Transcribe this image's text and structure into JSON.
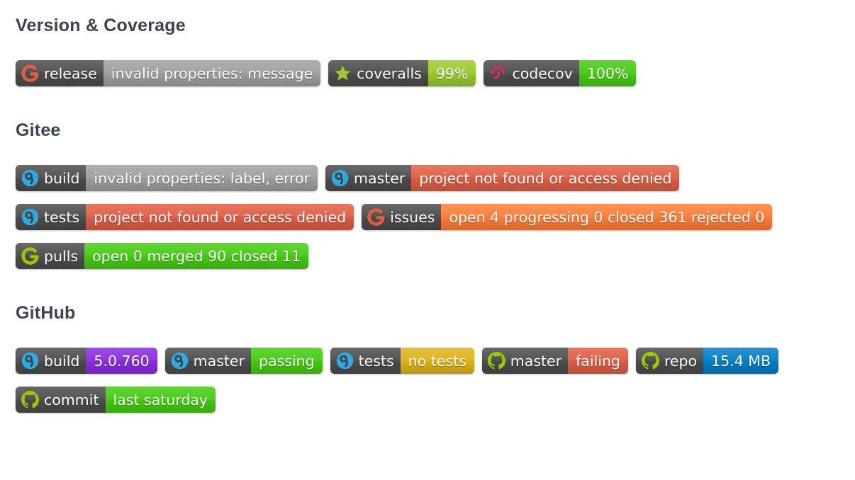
{
  "palette": {
    "page_bg": "#ffffff",
    "heading_color": "#3d4451",
    "badge_label_bg": "#4c4c4c",
    "lightgrey": "#9f9f9f",
    "brightgreen": "#44cc11",
    "yellowgreen": "#9aca2b",
    "red": "#e05d44",
    "orange": "#fe7d37",
    "yellow": "#dfb317",
    "blue": "#007ec6",
    "purple": "#8a2be2",
    "icon_green": "#97ca00",
    "codecov_pink": "#f01f7a",
    "appveyor_blue": "#2faae1"
  },
  "sections": [
    {
      "title": "Version & Coverage",
      "rows": [
        [
          {
            "icon": "gitee-icon",
            "icon_color": "#e05d44",
            "label": "release",
            "message": "invalid properties: message",
            "message_color": "#9f9f9f"
          },
          {
            "icon": "star-icon",
            "icon_color": "#9aca2b",
            "label": "coveralls",
            "message": "99%",
            "message_color": "#9aca2b"
          },
          {
            "icon": "codecov-icon",
            "icon_color": "#f01f7a",
            "label": "codecov",
            "message": "100%",
            "message_color": "#44cc11"
          }
        ]
      ]
    },
    {
      "title": "Gitee",
      "rows": [
        [
          {
            "icon": "appveyor-icon",
            "icon_color": "#2faae1",
            "label": "build",
            "message": "invalid properties: label, error",
            "message_color": "#9f9f9f"
          },
          {
            "icon": "appveyor-icon",
            "icon_color": "#2faae1",
            "label": "master",
            "message": "project not found or access denied",
            "message_color": "#e05d44"
          }
        ],
        [
          {
            "icon": "appveyor-icon",
            "icon_color": "#2faae1",
            "label": "tests",
            "message": "project not found or access denied",
            "message_color": "#e05d44"
          },
          {
            "icon": "gitee-icon",
            "icon_color": "#e05d44",
            "label": "issues",
            "message": "open 4 progressing 0 closed 361 rejected 0",
            "message_color": "#fe7d37"
          }
        ],
        [
          {
            "icon": "gitee-icon",
            "icon_color": "#97ca00",
            "label": "pulls",
            "message": "open 0 merged 90 closed 11",
            "message_color": "#44cc11"
          }
        ]
      ]
    },
    {
      "title": "GitHub",
      "rows": [
        [
          {
            "icon": "appveyor-icon",
            "icon_color": "#2faae1",
            "label": "build",
            "message": "5.0.760",
            "message_color": "#8a2be2"
          },
          {
            "icon": "appveyor-icon",
            "icon_color": "#2faae1",
            "label": "master",
            "message": "passing",
            "message_color": "#44cc11"
          },
          {
            "icon": "appveyor-icon",
            "icon_color": "#2faae1",
            "label": "tests",
            "message": "no tests",
            "message_color": "#dfb317"
          },
          {
            "icon": "github-icon",
            "icon_color": "#97ca00",
            "label": "master",
            "message": "failing",
            "message_color": "#e05d44"
          },
          {
            "icon": "github-icon",
            "icon_color": "#97ca00",
            "label": "repo",
            "message": "15.4 MB",
            "message_color": "#007ec6"
          }
        ],
        [
          {
            "icon": "github-icon",
            "icon_color": "#97ca00",
            "label": "commit",
            "message": "last saturday",
            "message_color": "#44cc11"
          }
        ]
      ]
    }
  ]
}
